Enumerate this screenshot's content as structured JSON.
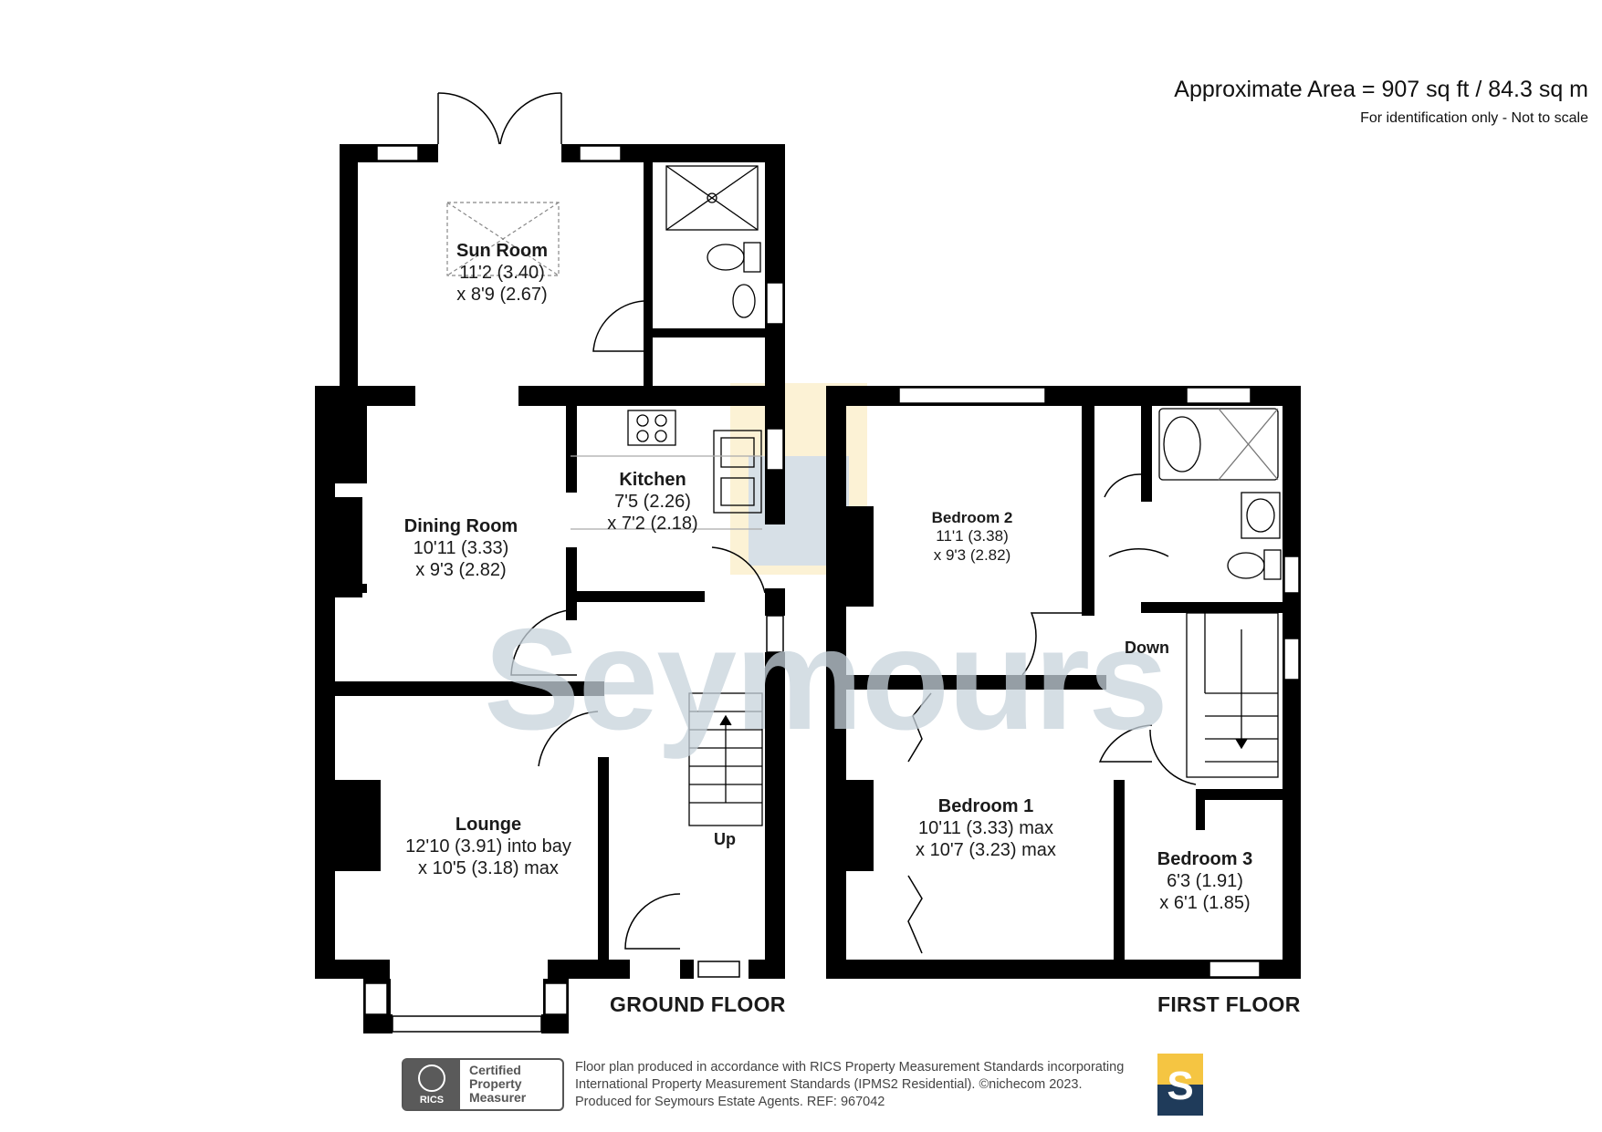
{
  "header": {
    "area": "Approximate Area = 907 sq ft / 84.3 sq m",
    "note": "For identification only - Not to scale"
  },
  "watermark": {
    "text": "Seymours",
    "logo_letter": "S"
  },
  "floors": {
    "ground": {
      "label": "GROUND FLOOR",
      "rooms": [
        {
          "name": "Sun Room",
          "dims": [
            "11'2 (3.40)",
            "x 8'9 (2.67)"
          ]
        },
        {
          "name": "Dining Room",
          "dims": [
            "10'11 (3.33)",
            "x 9'3 (2.82)"
          ]
        },
        {
          "name": "Kitchen",
          "dims": [
            "7'5 (2.26)",
            "x 7'2 (2.18)"
          ]
        },
        {
          "name": "Lounge",
          "dims": [
            "12'10 (3.91) into bay",
            "x 10'5 (3.18) max"
          ]
        }
      ],
      "stairs_label": "Up"
    },
    "first": {
      "label": "FIRST FLOOR",
      "rooms": [
        {
          "name": "Bedroom 2",
          "dims": [
            "11'1 (3.38)",
            "x 9'3 (2.82)"
          ]
        },
        {
          "name": "Bedroom 1",
          "dims": [
            "10'11 (3.33) max",
            "x 10'7 (3.23) max"
          ]
        },
        {
          "name": "Bedroom 3",
          "dims": [
            "6'3 (1.91)",
            "x 6'1 (1.85)"
          ]
        }
      ],
      "stairs_label": "Down"
    }
  },
  "footer": {
    "lines": [
      "Floor plan produced in accordance with RICS Property Measurement Standards incorporating",
      "International Property Measurement Standards (IPMS2 Residential).   ©nichecom 2023.",
      "Produced for Seymours Estate Agents.   REF:  967042"
    ],
    "rics_badge": {
      "logo": "RICS",
      "text": [
        "Certified",
        "Property",
        "Measurer"
      ]
    },
    "logo_letter": "S"
  },
  "colors": {
    "wall": "#000000",
    "watermark": "#c7d3dc",
    "logo_navy": "#1f3b5a",
    "logo_gold": "#f5c542"
  }
}
